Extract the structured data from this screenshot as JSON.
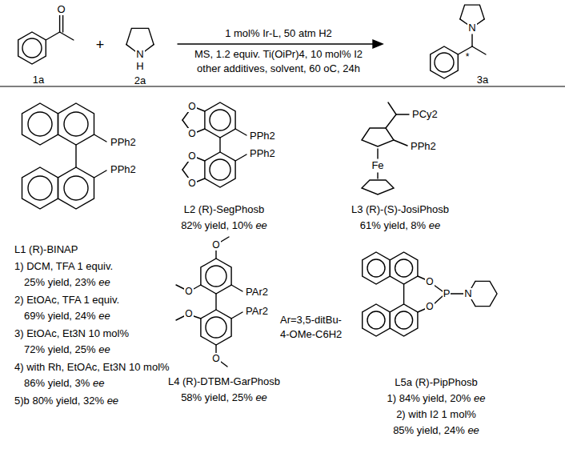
{
  "diagram": {
    "labels": [
      "O",
      "1a",
      "+",
      "N",
      "H",
      "2a",
      "1 mol% Ir-L, 50 atm H2",
      "MS, 1.2 equiv. Ti(OiPr)4, 10 mol% I2",
      "other additives, solvent, 60 oC, 24h",
      "N",
      "*",
      "3a",
      "PPh2",
      "PPh2",
      "L1 (R)-BINAP",
      "1) DCM, TFA 1 equiv.",
      "25% yield, 23% ee",
      "2) EtOAc, TFA 1 equiv.",
      "69% yield, 24% ee",
      "3) EtOAc, Et3N 10 mol%",
      "72% yield, 25% ee",
      "4) with Rh, EtOAc, Et3N 10 mol%",
      "86% yield, 3% ee",
      "5)b 80% yield, 32% ee",
      "O",
      "O",
      "PPh2",
      "O",
      "O",
      "PPh2",
      "L2 (R)-SegPhosb",
      "82% yield, 10% ee",
      "PCy2",
      "PPh2",
      "Fe",
      "L3 (R)-(S)-JosiPhosb",
      "61% yield, 8% ee",
      "O",
      "O",
      "PAr2",
      "PAr2",
      "Ar=3,5-ditBu-",
      "4-OMe-C6H2",
      "O",
      "O",
      "L4 (R)-DTBM-GarPhosb",
      "58% yield, 25% ee",
      "O",
      "O",
      "P",
      "N",
      "L5a (R)-PipPhosb",
      "1) 84% yield, 20% ee",
      "2) with I2 1 mol%",
      "85% yield, 24% ee"
    ]
  }
}
